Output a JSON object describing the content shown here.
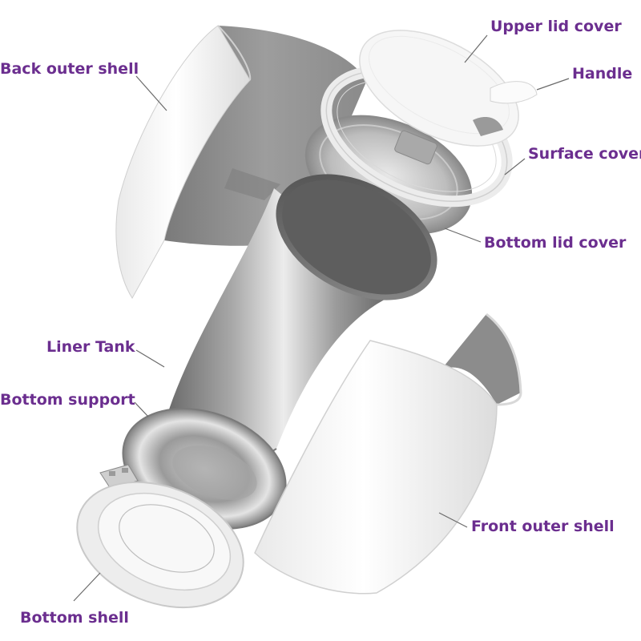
{
  "colors": {
    "label": "#6b2e8f",
    "leader_line": "#6a6a6a",
    "shell_white": "#f4f4f4",
    "shell_inner": "#8e8e8e",
    "steel_dark": "#6d6d6d",
    "steel_light": "#e6e6e6"
  },
  "labels": {
    "upper_lid_cover": "Upper lid cover",
    "handle": "Handle",
    "back_outer_shell": "Back outer shell",
    "surface_cover": "Surface cover",
    "bottom_lid_cover": "Bottom lid cover",
    "liner_tank": "Liner Tank",
    "bottom_support": "Bottom support",
    "front_outer_shell": "Front outer shell",
    "bottom_shell": "Bottom shell"
  }
}
